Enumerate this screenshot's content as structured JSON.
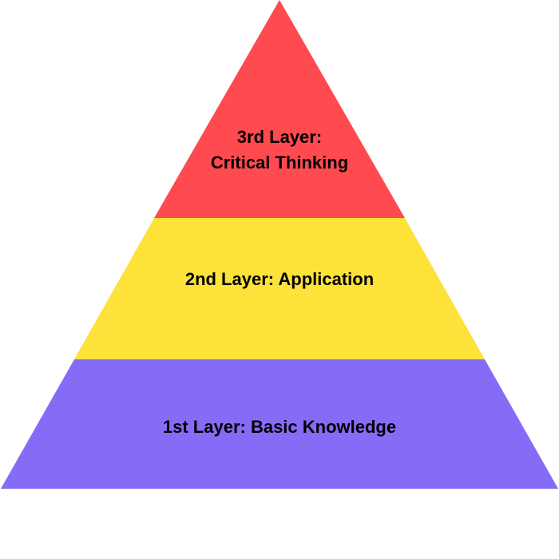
{
  "layers": [
    {
      "line1": "3rd Layer:",
      "line2": "Critical Thinking",
      "color": "#FF4A4F"
    },
    {
      "text": "2nd Layer: Application",
      "color": "#FDE23A"
    },
    {
      "text": "1st Layer: Basic Knowledge",
      "color": "#866BF6"
    }
  ]
}
